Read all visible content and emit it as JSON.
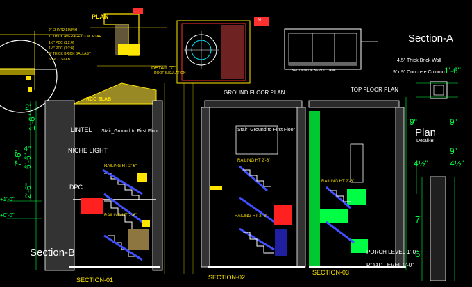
{
  "drawing": {
    "plan_title": "PLAN",
    "section_a": "Section-A",
    "section_b": "Section-B",
    "plan_right": "Plan",
    "detail_b": "Detail-B",
    "detail_c": "DETAIL \"C\"",
    "roof_insulation": "ROOF INSULATION",
    "ground_floor_plan": "GROUND FLOOR PLAN",
    "top_floor_plan": "TOP FLOOR PLAN",
    "section_01": "SECTION-01",
    "section_02": "SECTION-02",
    "section_03": "SECTION-03",
    "lintel": "LINTEL",
    "niche_light": "NICHE LIGHT",
    "dpc": "DPC",
    "slab": "RCC SLAB",
    "porch_level": "PORCH LEVEL 1'-0\"",
    "road_level": "ROAD LEVEL 0'-0\"",
    "railing": "RAILING HT 2'-6\"",
    "section_septic": "SECTION OF SEPTIC TANK",
    "brick_wall": "4.5\" Thick Brick Wall",
    "concrete_col": "9\"x 9\" Concrete Column",
    "floor_layers": [
      "2\" FLOOR FINISH",
      "1\" THICK AVERAGE C3 MORTAR",
      "1½\" PCC (1:2:4)",
      "1½\" PCC (1:2:4)",
      "3\" THICK BRICK BALLAST",
      "6\" RCC SLAB"
    ],
    "dims": {
      "d1_6": "1'-6\"",
      "d9": "9\"",
      "d4_half": "4½\"",
      "d7_6": "7'-6\"",
      "d6_6": "6'-6\"",
      "d4": "4\"",
      "d2": "2'",
      "d2_6": "2'-6\"",
      "d1_0": "+1'-0\"",
      "d0_0": "+0'-0\"",
      "d7": "7'",
      "d6": "6'"
    },
    "stair_note_1": "Stair_Ground to First Floor",
    "stair_note_2": "Stair_Ground to First Floor",
    "north": "N"
  }
}
